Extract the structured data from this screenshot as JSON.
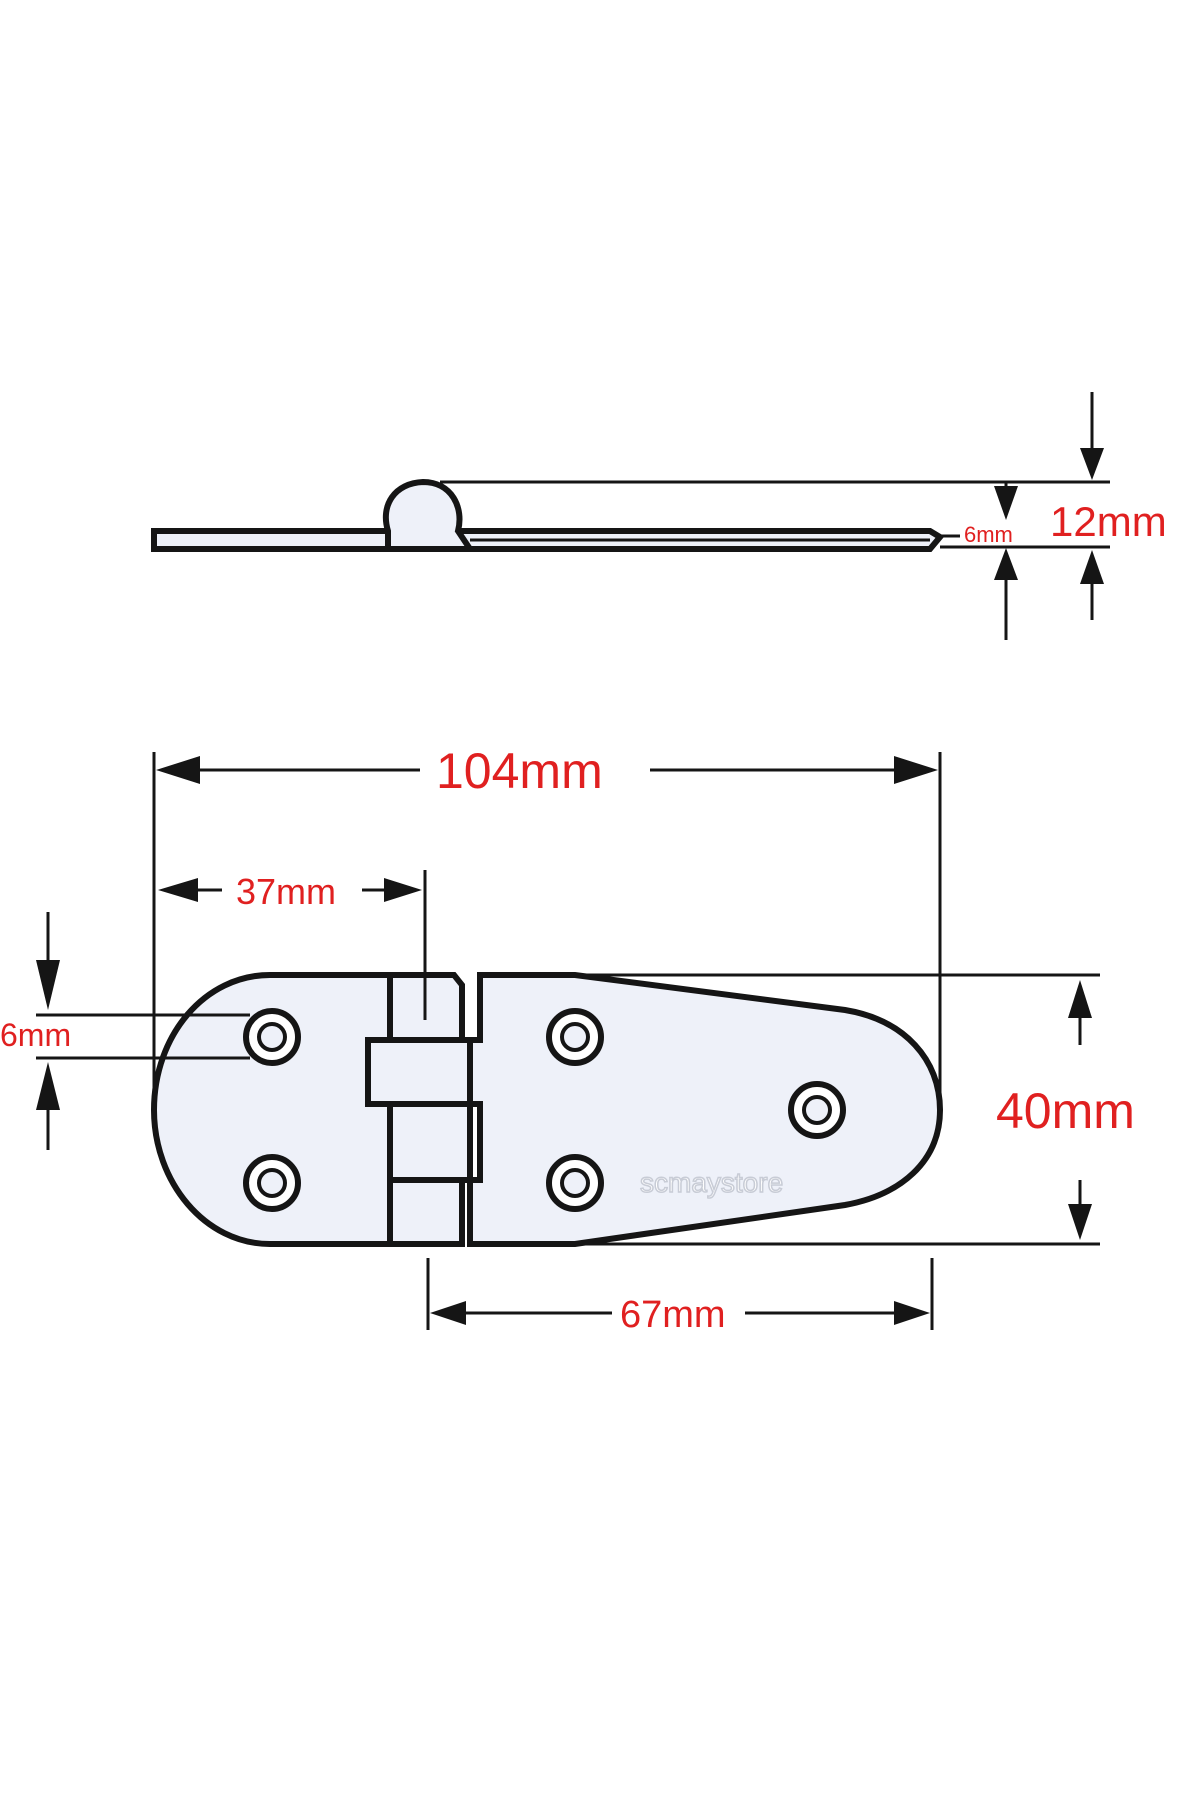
{
  "side_view": {
    "overall_height": "12mm",
    "plate_thickness": "6mm"
  },
  "top_view": {
    "overall_length": "104mm",
    "knuckle_offset": "37mm",
    "hole_diameter": "6mm",
    "width": "40mm",
    "long_leaf_length": "67mm"
  },
  "watermark": "scmaystore",
  "colors": {
    "dimension_text": "#e02020",
    "outline": "#151515",
    "plate_fill": "#eef1f9"
  }
}
